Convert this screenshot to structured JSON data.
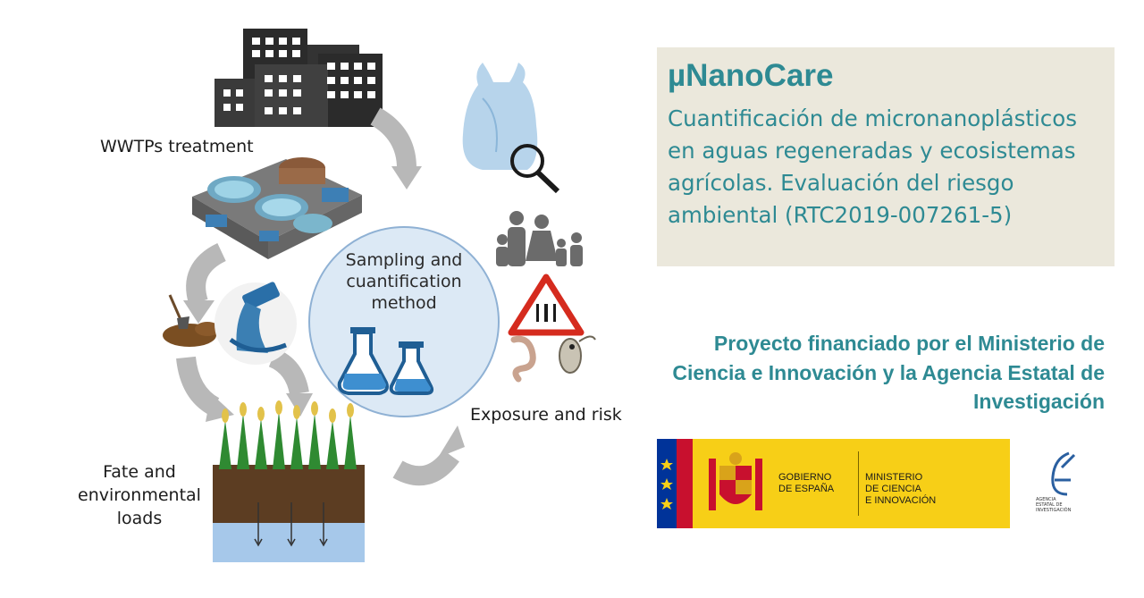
{
  "diagram": {
    "center_label": "Sampling and cuantification method",
    "labels": {
      "wwtps": "WWTPs treatment",
      "exposure": "Exposure and risk",
      "fate": "Fate and environmental loads"
    }
  },
  "project": {
    "title": "µNanoCare",
    "subtitle": "Cuantificación de micronanoplásticos en aguas regeneradas y ecosistemas agrícolas. Evaluación del riesgo ambiental (RTC2019-007261-5)"
  },
  "funding_text": "Proyecto financiado por el Ministerio de Ciencia e Innovación y la Agencia Estatal de Investigación",
  "logos": {
    "gobierno": "GOBIERNO\nDE ESPAÑA",
    "ministerio": "MINISTERIO\nDE CIENCIA\nE INNOVACIÓN",
    "aei": "AGENCIA\nESTATAL DE\nINVESTIGACIÓN"
  },
  "colors": {
    "accent": "#2e8a93",
    "title_box_bg": "#ebe8dc",
    "banner_yellow": "#f7cf17",
    "circle_fill": "#dce9f5",
    "arrow_gray": "#b5b5b5"
  },
  "icons": [
    "buildings-icon",
    "treatment-plant-icon",
    "plastic-bag-icon",
    "magnifier-icon",
    "family-icon",
    "warning-sign-icon",
    "worm-icon",
    "daphnia-icon",
    "flask-icon",
    "pipe-discharge-icon",
    "soil-shovel-icon",
    "crop-field-icon",
    "cycle-arrow-icon",
    "coat-of-arms-icon",
    "aei-logo-icon"
  ]
}
